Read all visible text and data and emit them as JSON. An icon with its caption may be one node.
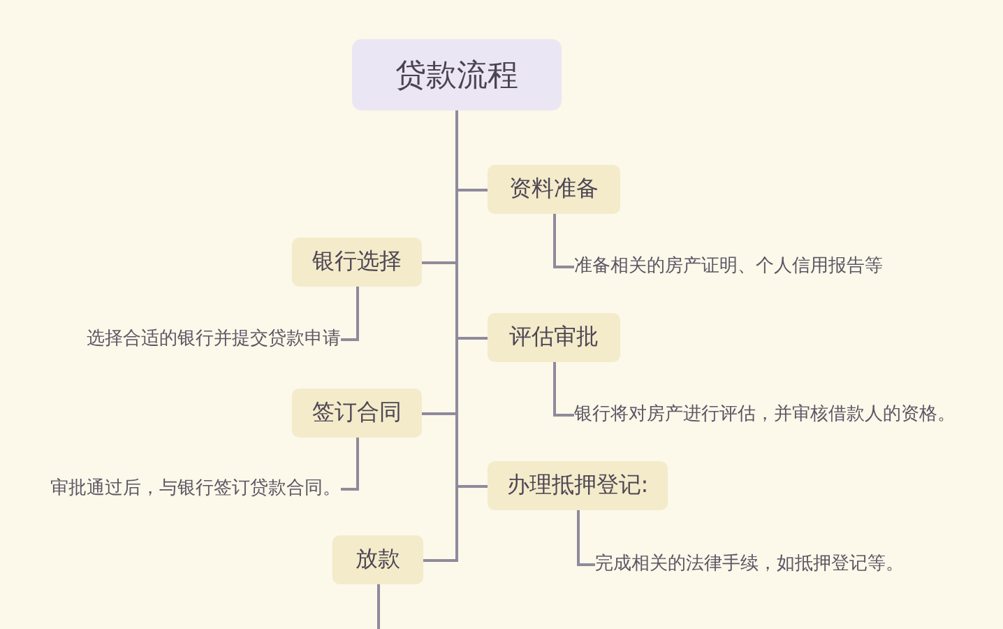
{
  "diagram": {
    "nodes": [
      {
        "text": [
          "贷款流程"
        ]
      },
      {
        "text": [
          "资料准备"
        ]
      },
      {
        "text": [
          "准备相关的房产证明、个人信用报告等"
        ]
      },
      {
        "text": [
          "银行选择"
        ]
      },
      {
        "text": [
          "选择合适的银行并提交贷款申请"
        ]
      },
      {
        "text": [
          "评估审批"
        ]
      },
      {
        "text": [
          "银行将对房产进行评估，并审核借款人的资格。"
        ]
      },
      {
        "text": [
          "签订合同"
        ]
      },
      {
        "text": [
          "审批通过后，与银行签订贷款合同。"
        ]
      },
      {
        "text": [
          "办理抵押登记:"
        ]
      },
      {
        "text": [
          "完成相关的法律手续，如抵押登记等。"
        ]
      },
      {
        "text": [
          "放款"
        ]
      }
    ],
    "edges": [
      {
        "from": 0,
        "to": 1,
        "arrow": "none"
      },
      {
        "from": 1,
        "to": 2,
        "arrow": "none"
      },
      {
        "from": 0,
        "to": 3,
        "arrow": "none"
      },
      {
        "from": 3,
        "to": 4,
        "arrow": "none"
      },
      {
        "from": 0,
        "to": 5,
        "arrow": "none"
      },
      {
        "from": 5,
        "to": 6,
        "arrow": "none"
      },
      {
        "from": 0,
        "to": 7,
        "arrow": "none"
      },
      {
        "from": 7,
        "to": 8,
        "arrow": "none"
      },
      {
        "from": 0,
        "to": 9,
        "arrow": "none"
      },
      {
        "from": 9,
        "to": 10,
        "arrow": "none"
      },
      {
        "from": 0,
        "to": 11,
        "arrow": "none"
      },
      {
        "from": 11,
        "to": null,
        "arrow": "none"
      }
    ]
  }
}
